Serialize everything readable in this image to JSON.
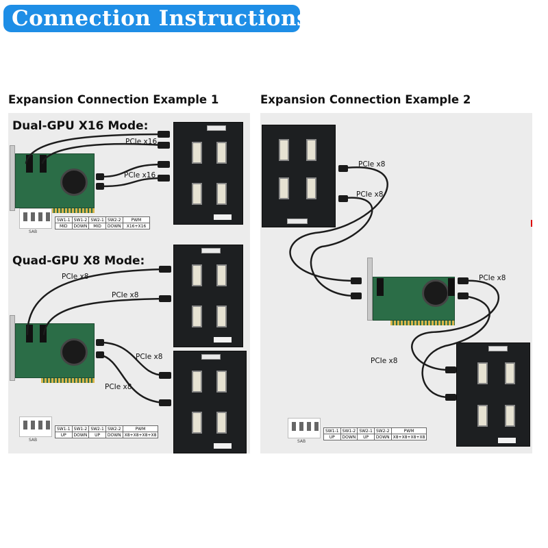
{
  "banner": {
    "title": "Connection Instructions"
  },
  "colors": {
    "banner_bg": "#1e8ee6",
    "panel_bg": "#ececec",
    "board": "#1d1f21",
    "pcb": "#2b6d47"
  },
  "example1": {
    "title": "Expansion Connection Example 1",
    "dual": {
      "mode": "Dual-GPU X16 Mode:",
      "cable_labels": [
        "PCIe x16",
        "PCIe x16"
      ],
      "switch_table": {
        "headers": [
          "SW1-1",
          "SW1-2",
          "SW2-1",
          "SW2-2",
          "PWM"
        ],
        "values": [
          "MID",
          "DOWN",
          "MID",
          "DOWN",
          "X16+X16"
        ]
      },
      "sab": "SAB"
    },
    "quad": {
      "mode": "Quad-GPU X8 Mode:",
      "cable_labels": [
        "PCIe x8",
        "PCIe x8",
        "PCIe x8",
        "PCIe x8"
      ],
      "switch_table": {
        "headers": [
          "SW1-1",
          "SW1-2",
          "SW2-1",
          "SW2-2",
          "PWM"
        ],
        "values": [
          "UP",
          "DOWN",
          "UP",
          "DOWN",
          "X8+X8+X8+X8"
        ]
      },
      "sab": "SAB"
    }
  },
  "example2": {
    "title": "Expansion Connection Example 2",
    "cable_labels": [
      "PCIe x8",
      "PCIe x8",
      "PCIe x8",
      "PCIe x8"
    ],
    "switch_table": {
      "headers": [
        "SW1-1",
        "SW1-2",
        "SW2-1",
        "SW2-2",
        "PWM"
      ],
      "values": [
        "UP",
        "DOWN",
        "UP",
        "DOWN",
        "X8+X8+X8+X8"
      ]
    },
    "sab": "SAB"
  }
}
